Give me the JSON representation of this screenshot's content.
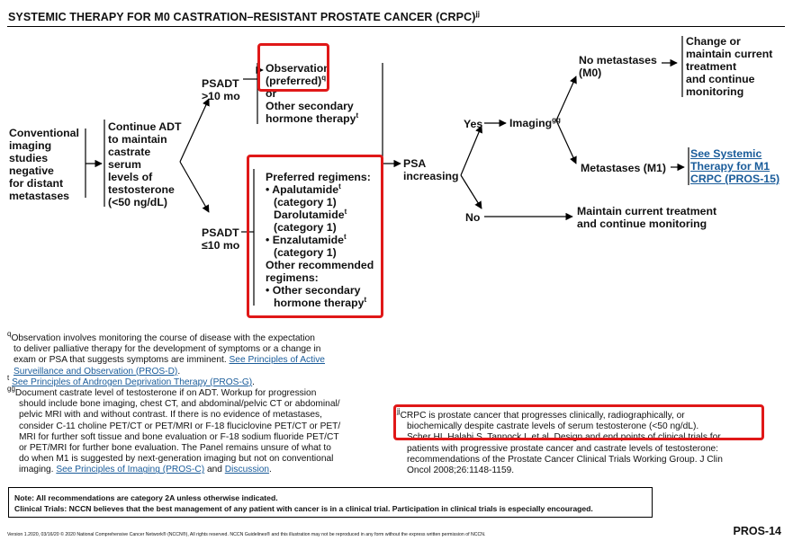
{
  "title": "SYSTEMIC THERAPY FOR M0 CASTRATION–RESISTANT PROSTATE CANCER (CRPC)",
  "title_sup": "jj",
  "flow": {
    "conventional": [
      "Conventional",
      "imaging",
      "studies",
      "negative",
      "for distant",
      "metastases"
    ],
    "continue_adt": [
      "Continue ADT",
      "to maintain",
      "castrate",
      "serum",
      "levels of",
      "testosterone",
      "(<50 ng/dL)"
    ],
    "psadt_high": [
      "PSADT",
      ">10 mo"
    ],
    "psadt_low": [
      "PSADT",
      "≤10 mo"
    ],
    "observation": {
      "line1": "Observation",
      "line2": "(preferred)",
      "sup": "q",
      "or": "or",
      "line3": "Other secondary",
      "line4": "hormone therapy",
      "sup2": "t"
    },
    "preferred": {
      "header": "Preferred regimens:",
      "apalutamide": "• Apalutamide",
      "apa_sup": "t",
      "apa_cat": "(category 1)",
      "darolutamide": "Darolutamide",
      "daro_sup": "t",
      "daro_cat": "(category 1)",
      "enzalutamide": "• Enzalutamide",
      "enza_sup": "t",
      "enza_cat": "(category 1)",
      "other_header1": "Other recommended",
      "other_header2": "regimens:",
      "other1": "• Other secondary",
      "other2": "hormone therapy",
      "other_sup": "t"
    },
    "psa_increasing": [
      "PSA",
      "increasing"
    ],
    "yes": "Yes",
    "no": "No",
    "imaging": "Imaging",
    "imaging_sup": "gg",
    "no_mets": [
      "No metastases",
      "(M0)"
    ],
    "mets": "Metastases (M1)",
    "change_or": [
      "Change or",
      "maintain current",
      "treatment",
      "and continue",
      "monitoring"
    ],
    "see_systemic": [
      "See Systemic",
      "Therapy for M1",
      "CRPC (PROS-15)"
    ],
    "maintain": [
      "Maintain current treatment",
      "and continue monitoring"
    ]
  },
  "footnotes": {
    "q_sup": "q",
    "q": [
      "Observation involves monitoring the course of disease with the expectation",
      "to deliver palliative therapy for the development of symptoms or a change in",
      "exam or PSA that suggests symptoms are imminent. "
    ],
    "q_link1": "See Principles of Active",
    "q_link2": "Surveillance and Observation (PROS-D)",
    "q_end": ".",
    "t_sup": "t",
    "t_link": "See Principles of Androgen Deprivation Therapy (PROS-G)",
    "t_end": ".",
    "gg_sup": "gg",
    "gg": [
      "Document castrate level of testosterone if on ADT. Workup for progression",
      "should include bone imaging, chest CT, and abdominal/pelvic CT or abdominal/",
      "pelvic MRI with and without contrast. If there is no evidence of metastases,",
      "consider C-11 choline PET/CT or PET/MRI or F-18 fluciclovine PET/CT or PET/",
      "MRI for further soft tissue and bone evaluation or F-18 sodium fluoride PET/CT",
      "or PET/MRI for further bone evaluation. The Panel remains unsure of what to",
      "do when M1 is suggested by next-generation imaging but not on conventional",
      "imaging. "
    ],
    "gg_link1": "See Principles of Imaging (PROS-C)",
    "gg_and": " and ",
    "gg_link2": "Discussion",
    "gg_end": ".",
    "jj_sup": "jj",
    "jj": [
      "CRPC is prostate cancer that progresses clinically, radiographically, or",
      "biochemically despite castrate levels of serum testosterone (<50 ng/dL).",
      "Scher HI, Halabi S, Tannock I, et al. Design and end points of clinical trials for",
      "patients with progressive prostate cancer and castrate levels of testosterone:",
      "recommendations of the Prostate Cancer Clinical Trials Working Group. J Clin",
      "Oncol 2008;26:1148-1159."
    ]
  },
  "note": {
    "line1": "Note: All recommendations are category 2A unless otherwise indicated.",
    "line2": "Clinical Trials: NCCN believes that the best management of any patient with cancer is in a clinical trial. Participation in clinical trials is especially encouraged."
  },
  "footer": "Version 1.2020, 03/16/20 © 2020 National Comprehensive Cancer Network® (NCCN®), All rights reserved. NCCN Guidelines® and this illustration may not be reproduced in any form without the express written permission of NCCN.",
  "page_id": "PROS-14",
  "colors": {
    "highlight": "#e01818",
    "link": "#1a5c9a"
  }
}
